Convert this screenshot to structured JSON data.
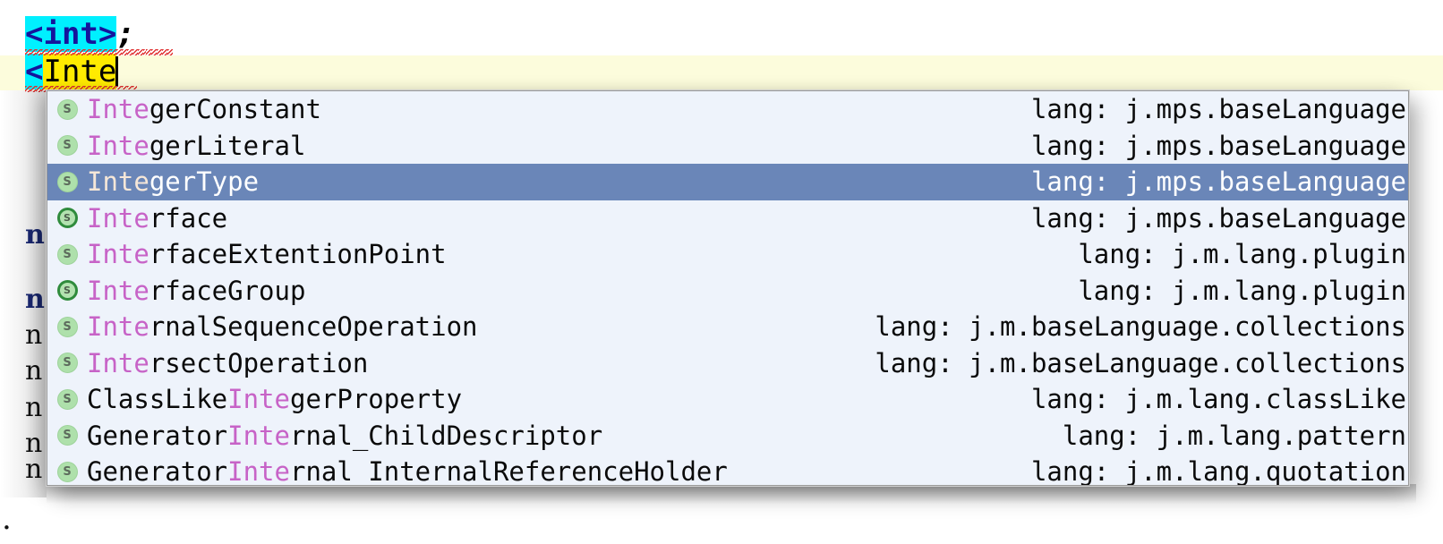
{
  "editor": {
    "line1": {
      "open_angle": "<",
      "keyword": "int",
      "close_angle": ">",
      "semicolon": ";"
    },
    "line2": {
      "open_angle": "<",
      "typed_text": "Inte"
    },
    "background_glyphs": [
      "n",
      "n",
      "n",
      "n",
      "n",
      "n",
      "n"
    ],
    "stray_dot": "."
  },
  "popup": {
    "name": "code-completion-popup",
    "lang_prefix": "lang: ",
    "match_prefix": "Inte",
    "items": [
      {
        "name": "IntegerConstant",
        "pre": "",
        "hl": "Inte",
        "post": "gerConstant",
        "lang": "lang: j.mps.baseLanguage",
        "icon": "concept-s-icon",
        "selected": false
      },
      {
        "name": "IntegerLiteral",
        "pre": "",
        "hl": "Inte",
        "post": "gerLiteral",
        "lang": "lang: j.mps.baseLanguage",
        "icon": "concept-s-icon",
        "selected": false
      },
      {
        "name": "IntegerType",
        "pre": "",
        "hl": "Inte",
        "post": "gerType",
        "lang": "lang: j.mps.baseLanguage",
        "icon": "concept-s-icon",
        "selected": true
      },
      {
        "name": "Interface",
        "pre": "",
        "hl": "Inte",
        "post": "rface",
        "lang": "lang: j.mps.baseLanguage",
        "icon": "interface-s-icon",
        "selected": false
      },
      {
        "name": "InterfaceExtentionPoint",
        "pre": "",
        "hl": "Inte",
        "post": "rfaceExtentionPoint",
        "lang": "lang: j.m.lang.plugin",
        "icon": "concept-s-icon",
        "selected": false
      },
      {
        "name": "InterfaceGroup",
        "pre": "",
        "hl": "Inte",
        "post": "rfaceGroup",
        "lang": "lang: j.m.lang.plugin",
        "icon": "interface-s-icon",
        "selected": false
      },
      {
        "name": "InternalSequenceOperation",
        "pre": "",
        "hl": "Inte",
        "post": "rnalSequenceOperation",
        "lang": "lang: j.m.baseLanguage.collections",
        "icon": "concept-s-icon",
        "selected": false
      },
      {
        "name": "IntersectOperation",
        "pre": "",
        "hl": "Inte",
        "post": "rsectOperation",
        "lang": "lang: j.m.baseLanguage.collections",
        "icon": "concept-s-icon",
        "selected": false
      },
      {
        "name": "ClassLikeIntegerProperty",
        "pre": "ClassLike",
        "hl": "Inte",
        "post": "gerProperty",
        "lang": "lang: j.m.lang.classLike",
        "icon": "concept-s-icon",
        "selected": false
      },
      {
        "name": "GeneratorInternal_ChildDescriptor",
        "pre": "Generator",
        "hl": "Inte",
        "post": "rnal_ChildDescriptor",
        "lang": "lang: j.m.lang.pattern",
        "icon": "concept-s-icon",
        "selected": false
      },
      {
        "name": "GeneratorInternal_InternalReferenceHolder",
        "pre": "Generator",
        "hl": "Inte",
        "post": "rnal_InternalReferenceHolder",
        "lang": "lang: j.m.lang.quotation",
        "icon": "concept-s-icon",
        "selected": false
      }
    ]
  },
  "colors": {
    "selection_bg": "#6a86b8",
    "popup_bg": "#eef3fb",
    "match_highlight": "#c763c7",
    "typed_bg": "#ffeb00",
    "angle_bracket_bg": "#00f0ff",
    "keyword_fg": "#15159c",
    "current_line_bg": "#fcfcdc",
    "error_underline": "#e03030",
    "icon_fill": "#aee0ab",
    "icon_ring": "#2f8b3c"
  }
}
